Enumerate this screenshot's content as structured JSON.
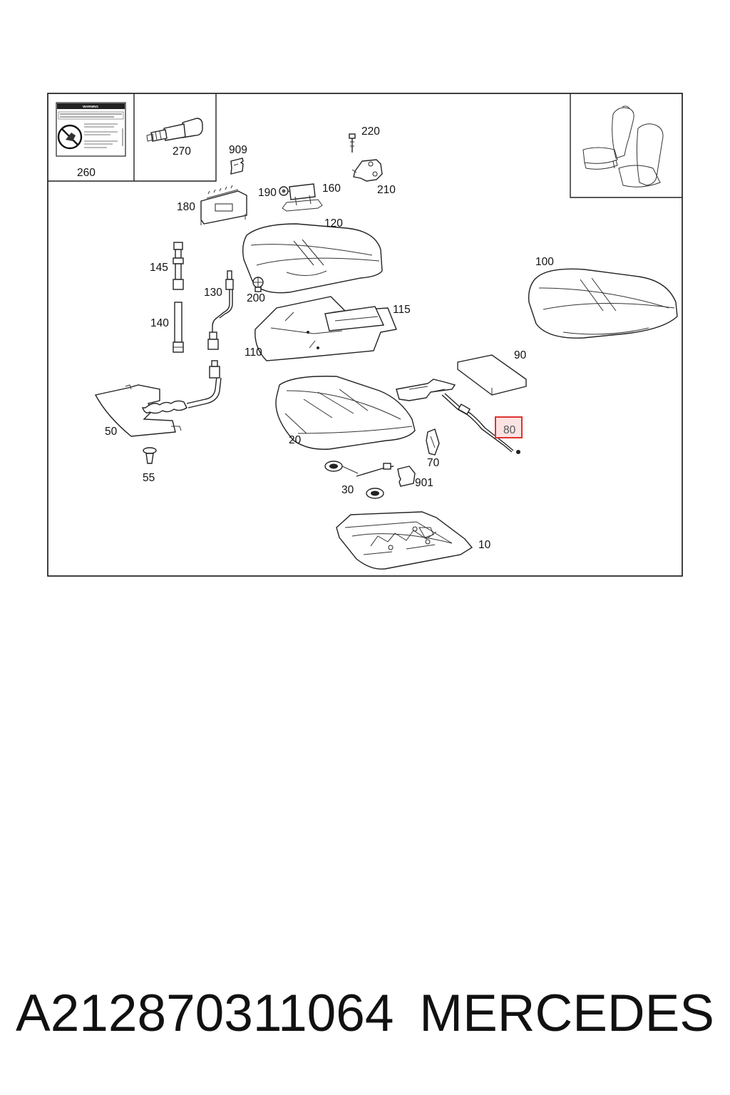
{
  "diagram": {
    "warning_label": {
      "heading": "WARNING"
    },
    "callouts": [
      {
        "id": "c260",
        "text": "260"
      },
      {
        "id": "c270",
        "text": "270"
      },
      {
        "id": "c909",
        "text": "909"
      },
      {
        "id": "c220",
        "text": "220"
      },
      {
        "id": "c180",
        "text": "180"
      },
      {
        "id": "c190",
        "text": "190"
      },
      {
        "id": "c160",
        "text": "160"
      },
      {
        "id": "c210",
        "text": "210"
      },
      {
        "id": "c120",
        "text": "120"
      },
      {
        "id": "c145",
        "text": "145"
      },
      {
        "id": "c130",
        "text": "130"
      },
      {
        "id": "c200",
        "text": "200"
      },
      {
        "id": "c100",
        "text": "100"
      },
      {
        "id": "c115",
        "text": "115"
      },
      {
        "id": "c140",
        "text": "140"
      },
      {
        "id": "c110",
        "text": "110"
      },
      {
        "id": "c90",
        "text": "90"
      },
      {
        "id": "c50",
        "text": "50"
      },
      {
        "id": "c20",
        "text": "20"
      },
      {
        "id": "c80",
        "text": "80",
        "highlighted": true
      },
      {
        "id": "c70",
        "text": "70"
      },
      {
        "id": "c55",
        "text": "55"
      },
      {
        "id": "c901",
        "text": "901"
      },
      {
        "id": "c30",
        "text": "30"
      },
      {
        "id": "c10",
        "text": "10"
      }
    ],
    "highlight_color": "#e0312f",
    "highlight_fill": "#fbe3e3"
  },
  "footer": {
    "part_number": "A212870311064",
    "brand": "MERCEDES"
  }
}
